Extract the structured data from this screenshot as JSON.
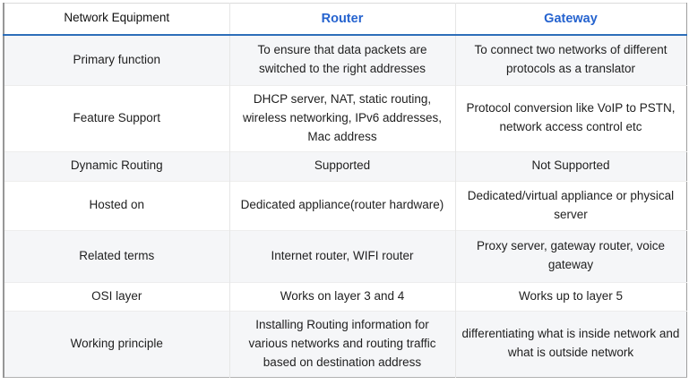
{
  "colors": {
    "accent_text_blue": "#2563cf",
    "header_rule_blue": "#2d6eb9",
    "alt_row_background": "#f5f6f8",
    "body_text": "#1f1f1f",
    "outer_border_gray": "#979797",
    "divider_gray": "#e6e6e6"
  },
  "table": {
    "columns": [
      {
        "label": "Network Equipment"
      },
      {
        "label": "Router"
      },
      {
        "label": "Gateway"
      }
    ],
    "rows": [
      {
        "label": "Primary function",
        "router": "To ensure that data packets are switched to the right addresses",
        "gateway": "To connect two networks of different protocols as a translator"
      },
      {
        "label": "Feature Support",
        "router": "DHCP server, NAT, static routing, wireless networking, IPv6 addresses, Mac address",
        "gateway": "Protocol conversion like VoIP to PSTN, network access control etc"
      },
      {
        "label": "Dynamic Routing",
        "router": "Supported",
        "gateway": "Not Supported"
      },
      {
        "label": "Hosted on",
        "router": "Dedicated appliance(router hardware)",
        "gateway": "Dedicated/virtual appliance or physical server"
      },
      {
        "label": "Related terms",
        "router": "Internet router, WIFI router",
        "gateway": "Proxy server, gateway router, voice gateway"
      },
      {
        "label": "OSI layer",
        "router": "Works on layer 3 and 4",
        "gateway": "Works up to layer 5"
      },
      {
        "label": "Working principle",
        "router": "Installing Routing information for various networks and routing traffic based on destination address",
        "gateway": "differentiating what is inside network and what is outside network"
      }
    ]
  }
}
